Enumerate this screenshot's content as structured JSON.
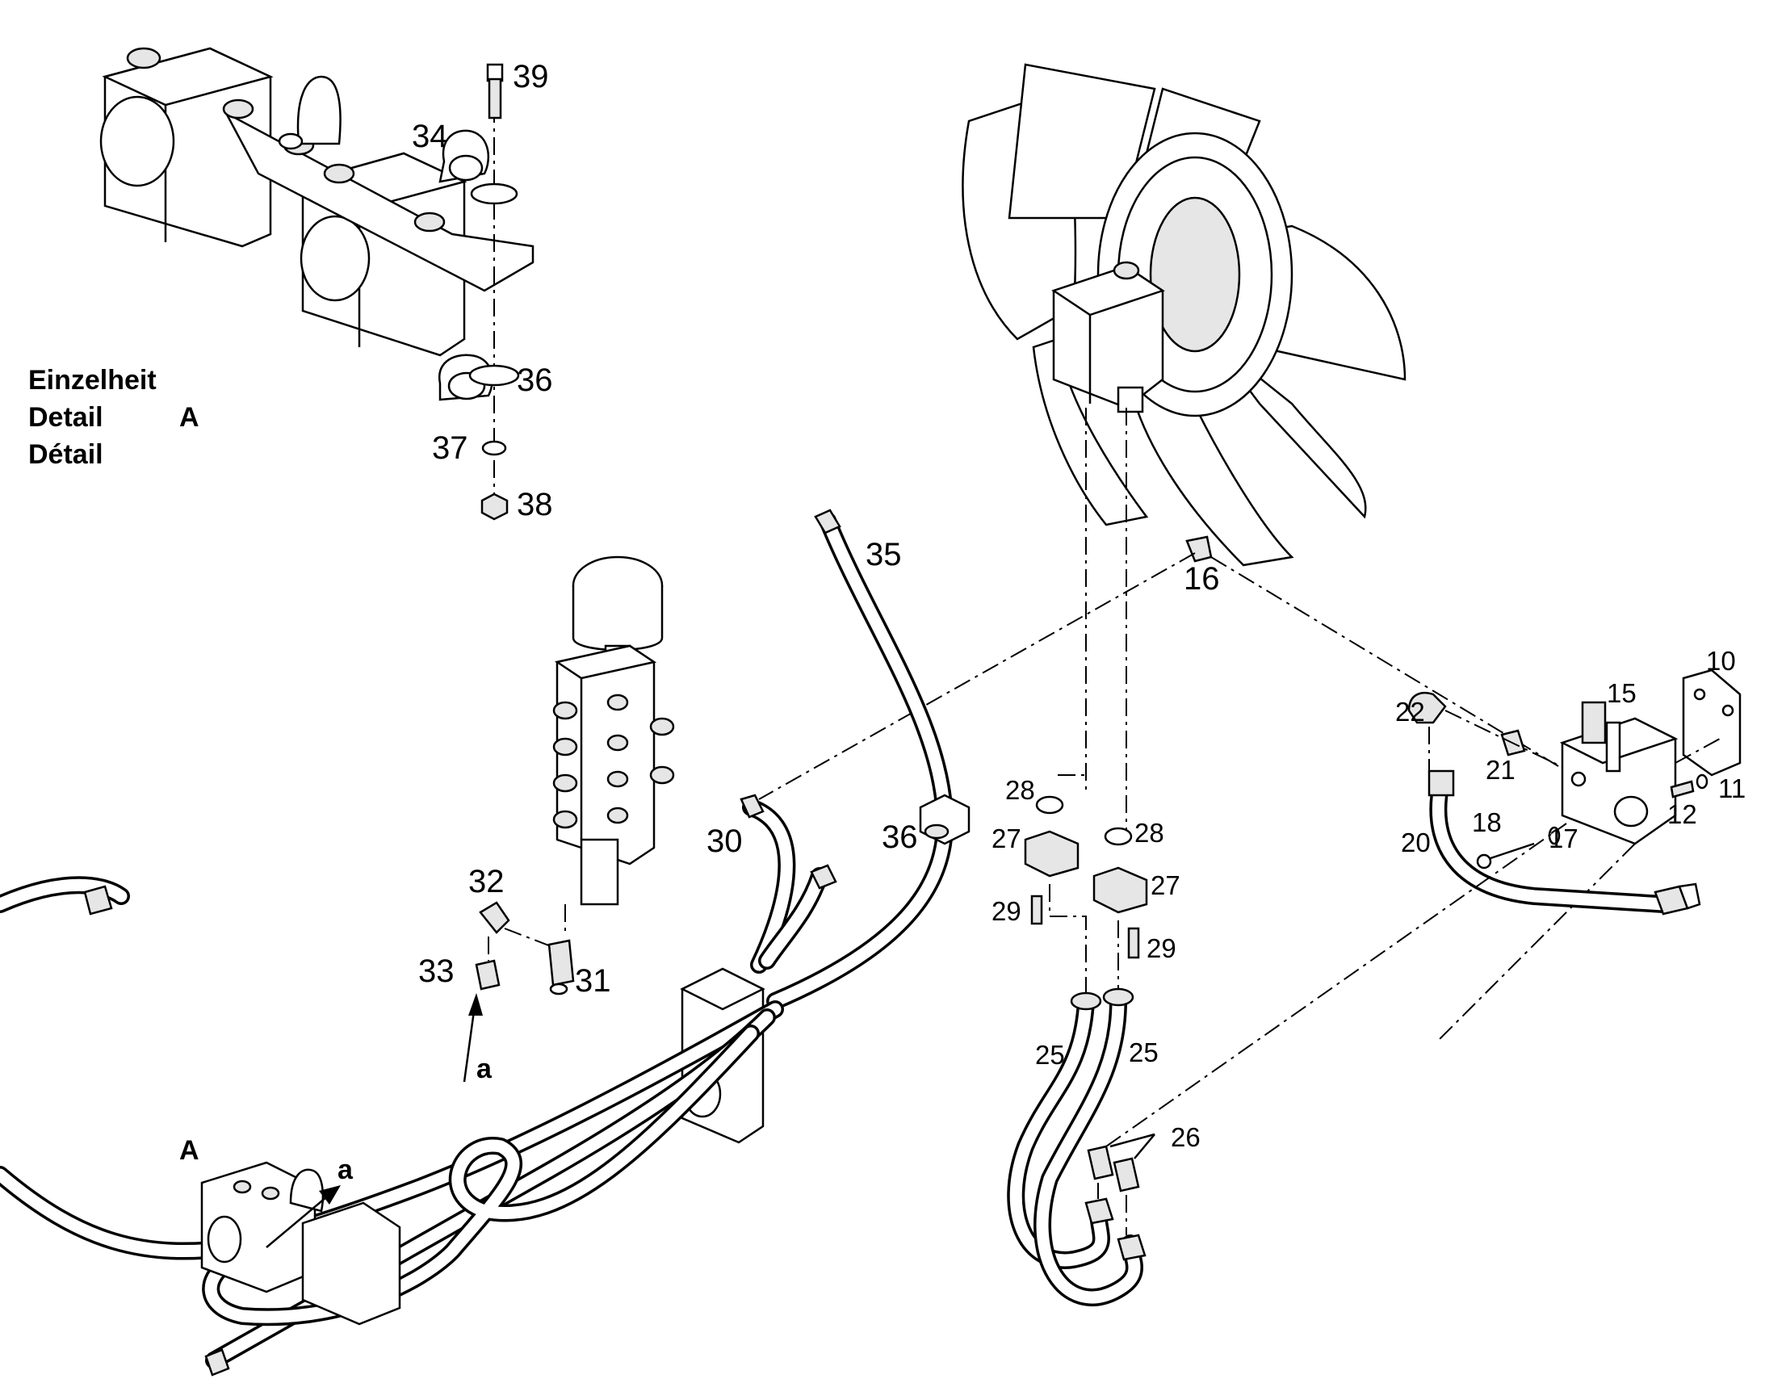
{
  "detail_caption": {
    "line1": "Einzelheit",
    "line2": "Detail",
    "line3": "Détail",
    "letter": "A"
  },
  "view_labels": {
    "detail_marker": "A",
    "arrow_a_upper": "a",
    "arrow_a_lower": "a"
  },
  "part_labels": {
    "p10": "10",
    "p11": "11",
    "p12": "12",
    "p15": "15",
    "p16": "16",
    "p17": "17",
    "p18": "18",
    "p20": "20",
    "p21": "21",
    "p22": "22",
    "p25a": "25",
    "p25b": "25",
    "p26": "26",
    "p27a": "27",
    "p27b": "27",
    "p28a": "28",
    "p28b": "28",
    "p29a": "29",
    "p29b": "29",
    "p30": "30",
    "p31": "31",
    "p32": "32",
    "p33": "33",
    "p34": "34",
    "p35": "35",
    "p36a": "36",
    "p36b": "36",
    "p37": "37",
    "p38": "38",
    "p39": "39"
  }
}
